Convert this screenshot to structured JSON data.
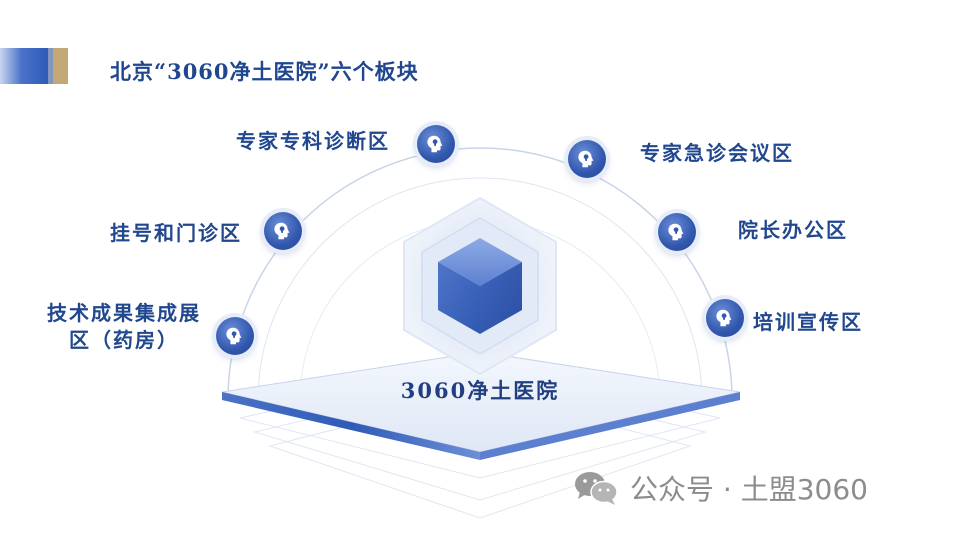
{
  "title": "北京“3060净土医院”六个板块",
  "center": {
    "label": "3060净土医院"
  },
  "modules": [
    {
      "label": "专家专科诊断区",
      "side": "left",
      "icon": "head-bulb-icon"
    },
    {
      "label": "挂号和门诊区",
      "side": "left",
      "icon": "head-bulb-icon"
    },
    {
      "label": "技术成果集成展\n区（药房）",
      "side": "left",
      "icon": "head-bulb-icon"
    },
    {
      "label": "专家急诊会议区",
      "side": "right",
      "icon": "head-bulb-icon"
    },
    {
      "label": "院长办公区",
      "side": "right",
      "icon": "head-bulb-icon"
    },
    {
      "label": "培训宣传区",
      "side": "right",
      "icon": "head-bulb-icon"
    }
  ],
  "watermark": {
    "text": "公众号 · 土盟3060",
    "icon": "wechat-icon"
  },
  "colors": {
    "primary": "#2f5bb7",
    "text": "#21478e",
    "gold": "#c3a876"
  }
}
